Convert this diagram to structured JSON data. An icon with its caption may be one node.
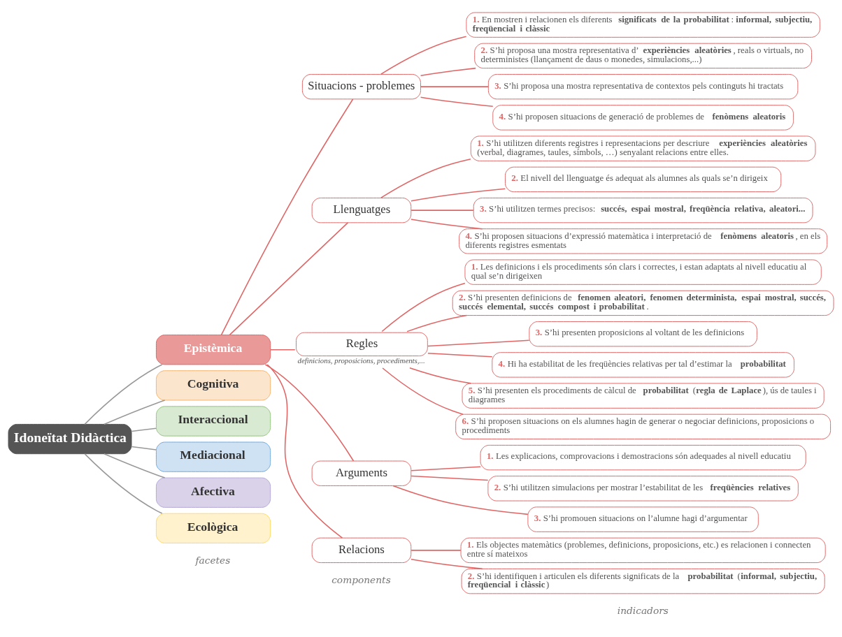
{
  "diagram": {
    "nodes": [
      {
        "text": [
          "Idoneïtat Didàctica"
        ]
      },
      {
        "text": [
          "Epistèmica"
        ]
      },
      {
        "text": [
          "Cognitiva"
        ]
      },
      {
        "text": [
          "Interaccional"
        ]
      },
      {
        "text": [
          "Mediacional"
        ]
      },
      {
        "text": [
          "Afectiva"
        ]
      },
      {
        "text": [
          "Ecològica"
        ]
      },
      {
        "text": [
          "Situacions - problemes"
        ]
      },
      {
        "text": [
          "**1.** En mostren i relacionen els diferents **significats de la probabilitat**: **informal, subjectiu, freqüencial i clàssic**"
        ]
      },
      {
        "text": [
          "**2.** S’hi proposa una mostra representativa d’**experiències aleatòries**, reals o virtuals, no deterministes (llançament de daus o monedes, simulacions,...)"
        ]
      },
      {
        "text": [
          "**3.** S’hi proposa una mostra representativa de contextos pels continguts hi tractats"
        ]
      },
      {
        "text": [
          "**4.** S’hi proposen situacions de generació de problemes de **fenòmens aleatoris**"
        ]
      },
      {
        "text": [
          "Llenguatges"
        ]
      },
      {
        "text": [
          "**1.** S’hi utilitzen diferents registres i representacions per descriure **experiències aleatòries** (verbal, diagrames, taules, símbols, …) senyalant relacions entre elles."
        ]
      },
      {
        "text": [
          "**2.** El nivell del llenguatge és adequat als alumnes als quals se’n dirigeix"
        ]
      },
      {
        "text": [
          "**3.** S’hi utilitzen termes precisos: **succés, espai mostral, freqüència relativa, aleatori...**"
        ]
      },
      {
        "text": [
          "**4.** S’hi proposen situacions d’expressió matemàtica i interpretació de **fenòmens aleatoris**, en els diferents registres esmentats"
        ]
      },
      {
        "text": [
          "Regles"
        ],
        "beside": [
          "definicions, proposicions, procediments,..."
        ]
      },
      {
        "text": [
          "**1.** Les definicions i els procediments són clars i correctes, i estan adaptats al nivell educatiu al qual se’n dirigeixen"
        ]
      },
      {
        "text": [
          "**2.** S’hi presenten definicions de **fenomen aleatori, fenomen determinista, espai mostral, succés, succés elemental, succés compost i probabilitat**."
        ]
      },
      {
        "text": [
          "**3.** S’hi presenten proposicions al voltant de les definicions"
        ]
      },
      {
        "text": [
          "**4.** Hi ha estabilitat de les freqüències relativas per tal d’estimar la **probabilitat**"
        ]
      },
      {
        "text": [
          "**5.** S’hi presenten els procediments de càlcul de **probabilitat** (**regla de Laplace**), ús de taules i diagrames"
        ]
      },
      {
        "text": [
          "**6.** S’hi proposen situacions on els alumnes hagin de generar o negociar definicions, proposicions o procediments"
        ]
      },
      {
        "text": [
          "Arguments"
        ]
      },
      {
        "text": [
          "**1.** Les explicacions, comprovacions i demostracions són adequades al nivell educatiu"
        ]
      },
      {
        "text": [
          "**2.** S’hi utilitzen simulacions per mostrar l’estabilitat de les **freqüències relatives**"
        ]
      },
      {
        "text": [
          "**3.** S’hi promouen situacions on l’alumne hagi d’argumentar"
        ]
      },
      {
        "text": [
          "Relacions"
        ]
      },
      {
        "text": [
          "**1.** Els objectes matemàtics (problemes, definicions, proposicions, etc.) es relacionen i connecten entre sí mateixos"
        ]
      },
      {
        "text": [
          "**2.** S’hi identifiquen i articulen els diferents significats de la **probabilitat** (**informal, subjectiu, freqüencial i clàssic**)"
        ]
      }
    ],
    "edges": [
      {
        "from": 0,
        "to": 1,
        "arrow": "none",
        "color": "#999999"
      },
      {
        "from": 0,
        "to": 2,
        "arrow": "none",
        "color": "#999999"
      },
      {
        "from": 0,
        "to": 3,
        "arrow": "none",
        "color": "#999999"
      },
      {
        "from": 0,
        "to": 4,
        "arrow": "none",
        "color": "#999999"
      },
      {
        "from": 0,
        "to": 5,
        "arrow": "none",
        "color": "#999999"
      },
      {
        "from": 0,
        "to": 6,
        "arrow": "none",
        "color": "#999999"
      },
      {
        "from": 1,
        "to": 7,
        "arrow": "none"
      },
      {
        "from": 7,
        "to": 8,
        "arrow": "none"
      },
      {
        "from": 7,
        "to": 9,
        "arrow": "none"
      },
      {
        "from": 7,
        "to": 10,
        "arrow": "none"
      },
      {
        "from": 7,
        "to": 11,
        "arrow": "none"
      },
      {
        "from": 1,
        "to": 12,
        "arrow": "none"
      },
      {
        "from": 12,
        "to": 13,
        "arrow": "none"
      },
      {
        "from": 12,
        "to": 14,
        "arrow": "none"
      },
      {
        "from": 12,
        "to": 15,
        "arrow": "none"
      },
      {
        "from": 12,
        "to": 16,
        "arrow": "none"
      },
      {
        "from": 1,
        "to": 17,
        "arrow": "none"
      },
      {
        "from": 17,
        "to": 18,
        "arrow": "none"
      },
      {
        "from": 17,
        "to": 19,
        "arrow": "none"
      },
      {
        "from": 17,
        "to": 20,
        "arrow": "none"
      },
      {
        "from": 17,
        "to": 21,
        "arrow": "none"
      },
      {
        "from": 17,
        "to": 22,
        "arrow": "none"
      },
      {
        "from": 17,
        "to": 23,
        "arrow": "none"
      },
      {
        "from": 1,
        "to": 24,
        "arrow": "none"
      },
      {
        "from": 24,
        "to": 25,
        "arrow": "none"
      },
      {
        "from": 24,
        "to": 26,
        "arrow": "none"
      },
      {
        "from": 24,
        "to": 27,
        "arrow": "none"
      },
      {
        "from": 1,
        "to": 28,
        "arrow": "none"
      },
      {
        "from": 28,
        "to": 29,
        "arrow": "none"
      },
      {
        "from": 28,
        "to": 30,
        "arrow": "none"
      }
    ],
    "labels": [
      "indicadors",
      "components",
      "facetes"
    ]
  }
}
